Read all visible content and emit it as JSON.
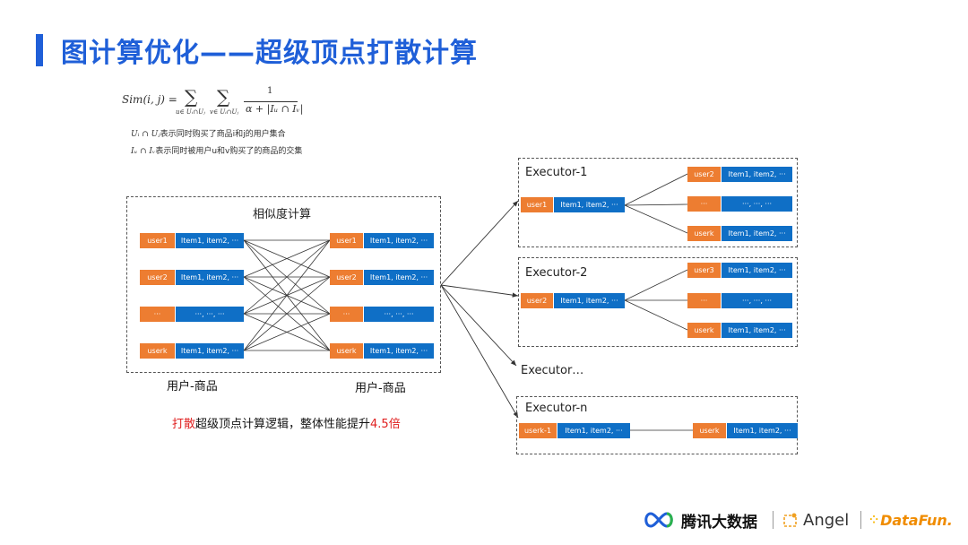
{
  "title": "图计算优化——超级顶点打散计算",
  "formula": {
    "lhs": "Sim(i, j) =",
    "sum_sub_1": "u∈ Uᵢ∩Uⱼ",
    "sum_sub_2": "v∈ Uᵢ∩Uⱼ",
    "numerator": "1",
    "denominator": "α + |Iᵤ ∩ Iᵥ|"
  },
  "notes": [
    {
      "symbol": "Uᵢ ∩ Uⱼ",
      "text": "表示同时购买了商品i和j的用户集合"
    },
    {
      "symbol": "Iᵤ ∩ Iᵥ",
      "text": "表示同时被用户u和v购买了的商品的交集"
    }
  ],
  "similarity": {
    "title": "相似度计算",
    "left_nodes": [
      {
        "user": "user1",
        "items": "Item1, item2, ···"
      },
      {
        "user": "user2",
        "items": "Item1, item2, ···"
      },
      {
        "user": "···",
        "items": "···, ···, ···"
      },
      {
        "user": "userk",
        "items": "Item1, item2, ···"
      }
    ],
    "right_nodes": [
      {
        "user": "user1",
        "items": "Item1, item2, ···"
      },
      {
        "user": "user2",
        "items": "Item1, item2, ···"
      },
      {
        "user": "···",
        "items": "···, ···, ···"
      },
      {
        "user": "userk",
        "items": "Item1, item2, ···"
      }
    ],
    "left_caption": "用户-商品",
    "right_caption": "用户-商品"
  },
  "executors": [
    {
      "title": "Executor-1",
      "source": {
        "user": "user1",
        "items": "Item1, item2, ···"
      },
      "targets": [
        {
          "user": "user2",
          "items": "Item1, item2, ···"
        },
        {
          "user": "···",
          "items": "···, ···, ···"
        },
        {
          "user": "userk",
          "items": "Item1, item2, ···"
        }
      ]
    },
    {
      "title": "Executor-2",
      "source": {
        "user": "user2",
        "items": "Item1, item2, ···"
      },
      "targets": [
        {
          "user": "user3",
          "items": "Item1, item2, ···"
        },
        {
          "user": "···",
          "items": "···, ···, ···"
        },
        {
          "user": "userk",
          "items": "Item1, item2, ···"
        }
      ]
    },
    {
      "title": "Executor-n",
      "source": {
        "user": "userk-1",
        "items": "Item1, item2, ···"
      },
      "targets": [
        {
          "user": "userk",
          "items": "Item1, item2, ···"
        }
      ]
    }
  ],
  "executor_ellipsis": "Executor…",
  "summary": {
    "part1": "打散",
    "part2": "超级顶点计算逻辑，整体性能提升",
    "part3": "4.5倍"
  },
  "footer": {
    "brand1": "腾讯大数据",
    "brand2": "Angel",
    "brand3": "DataFun."
  },
  "colors": {
    "title": "#1f5fd8",
    "user": "#ed7d31",
    "items": "#0f6fc6",
    "highlight": "#e02020"
  }
}
